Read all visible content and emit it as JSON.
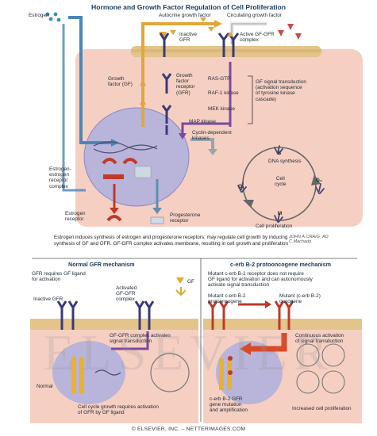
{
  "title": "Hormone and Growth Factor Regulation of Cell Proliferation",
  "top": {
    "estrogen": "Estrogen",
    "autocrine": "Autocrine growth factor",
    "circulating": "Circulating growth factor",
    "inactive_gfr": "Inactive\nGFR",
    "active_gfgfr": "Active GF-GFR\ncomplex",
    "growth_factor": "Growth\nfactor (GF)",
    "gf_receptor": "Growth\nfactor\nreceptor\n(GFR)",
    "ras_gtp": "RAS-GTP",
    "raf1": "RAF-1 kinase",
    "mek": "MEK kinase",
    "map": "MAP kinase",
    "signal_transduction": "GF signal transduction\n(activation sequence\nof tyrosine kinase\ncascade)",
    "cyclin_kinases": "Cyclin-dependent\nkinases",
    "dna_synthesis": "DNA synthesis",
    "s": "S",
    "g1": "G₁",
    "g2": "G₂",
    "m": "M",
    "cell_cycle": "Cell\ncycle",
    "cell_proliferation": "Cell proliferation",
    "er_complex": "Estrogen-\nestrogen\nreceptor\ncomplex",
    "estrogen_receptor": "Estrogen\nreceptor",
    "progesterone_receptor": "Progesterone\nreceptor"
  },
  "caption": "Estrogen induces synthesis of estrogen and progesterone receptors; may regulate cell growth by inducing synthesis of GF and GFR. GF-GFR complex activates membrane, resulting in cell growth and proliferation",
  "signature": "JOHN A.CRAIG_AD\nC.Machado",
  "bottom_left": {
    "heading": "Normal GFR mechanism",
    "gfr_requires": "GFR requires GF ligand\nfor activation",
    "activated": "Activated\nGF-GFR\ncomplex",
    "gf": "GF",
    "inactive_gfr": "Inactive GFR",
    "complex_activates": "GF-GFR complex activates\nsignal transduction",
    "normal": "Normal",
    "cycle_growth": "Cell cycle growth requires activation\nof GFR by GF ligand"
  },
  "bottom_right": {
    "heading": "c-erb B-2 protooncogene mechanism",
    "mutant_note": "Mutant c-erb B-2 receptor does not require\nGF ligand for activation and can autonomously\nactivate signal transduction",
    "mutant_proto": "Mutant c-erb B-2\nprotooncogene",
    "mutant_onco": "Mutant (c-erb B-2)\noncogene",
    "continuous": "Continuous activation\nof signal transduction",
    "gene_mutation": "c-erb B-2 GFR\ngene mutation\nand amplification",
    "increased": "Increased cell proliferation"
  },
  "watermarks": {
    "elsevier": "ELSEVIER"
  },
  "footer": "© ELSEVIER, INC. – NETTERIMAGES.COM",
  "colors": {
    "cell_fill": "#f4c7b8",
    "nucleus_fill": "#b9b4d9",
    "membrane": "#e3c48a",
    "receptor": "#3b3a78",
    "estrogen_arrow": "#4a86b8",
    "autocrine_arrow": "#e0a83a",
    "gf_signal": "#7a4a9c",
    "red_receptor": "#c0392b",
    "title_blue": "#1a3a5c"
  }
}
